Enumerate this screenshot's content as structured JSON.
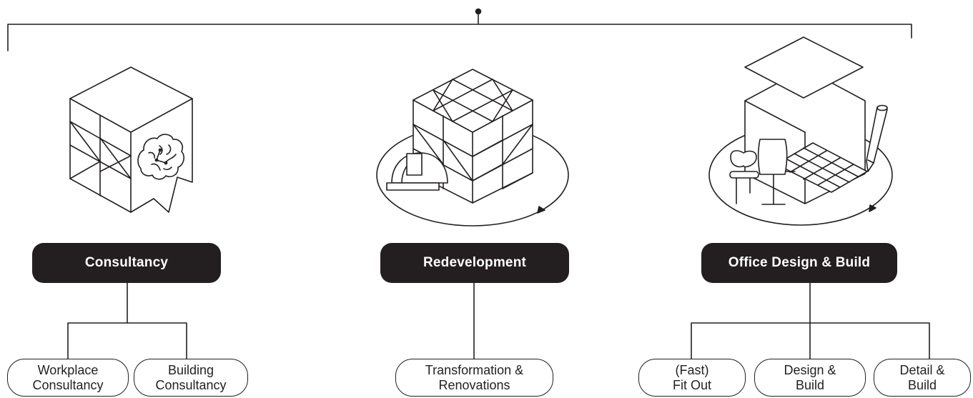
{
  "colors": {
    "ink": "#231f20",
    "paper": "#ffffff"
  },
  "illustrations": [
    {
      "name": "consultancy-cube-brain-icon",
      "depicts": "cube with speech-bubble tail and circuit brain"
    },
    {
      "name": "redevelopment-cube-hardhat-icon",
      "depicts": "cube grid with hard hat and circular arrow"
    },
    {
      "name": "office-design-cube-chair-icon",
      "depicts": "exploded cube with floor plan, chair, desk and pencil"
    }
  ],
  "categories": [
    {
      "label": "Consultancy",
      "services": [
        {
          "line1": "Workplace",
          "line2": "Consultancy"
        },
        {
          "line1": "Building",
          "line2": "Consultancy"
        }
      ]
    },
    {
      "label": "Redevelopment",
      "services": [
        {
          "line1": "Transformation &",
          "line2": "Renovations"
        }
      ]
    },
    {
      "label": "Office Design & Build",
      "services": [
        {
          "line1": "(Fast)",
          "line2": "Fit Out"
        },
        {
          "line1": "Design &",
          "line2": "Build"
        },
        {
          "line1": "Detail &",
          "line2": "Build"
        }
      ]
    }
  ]
}
